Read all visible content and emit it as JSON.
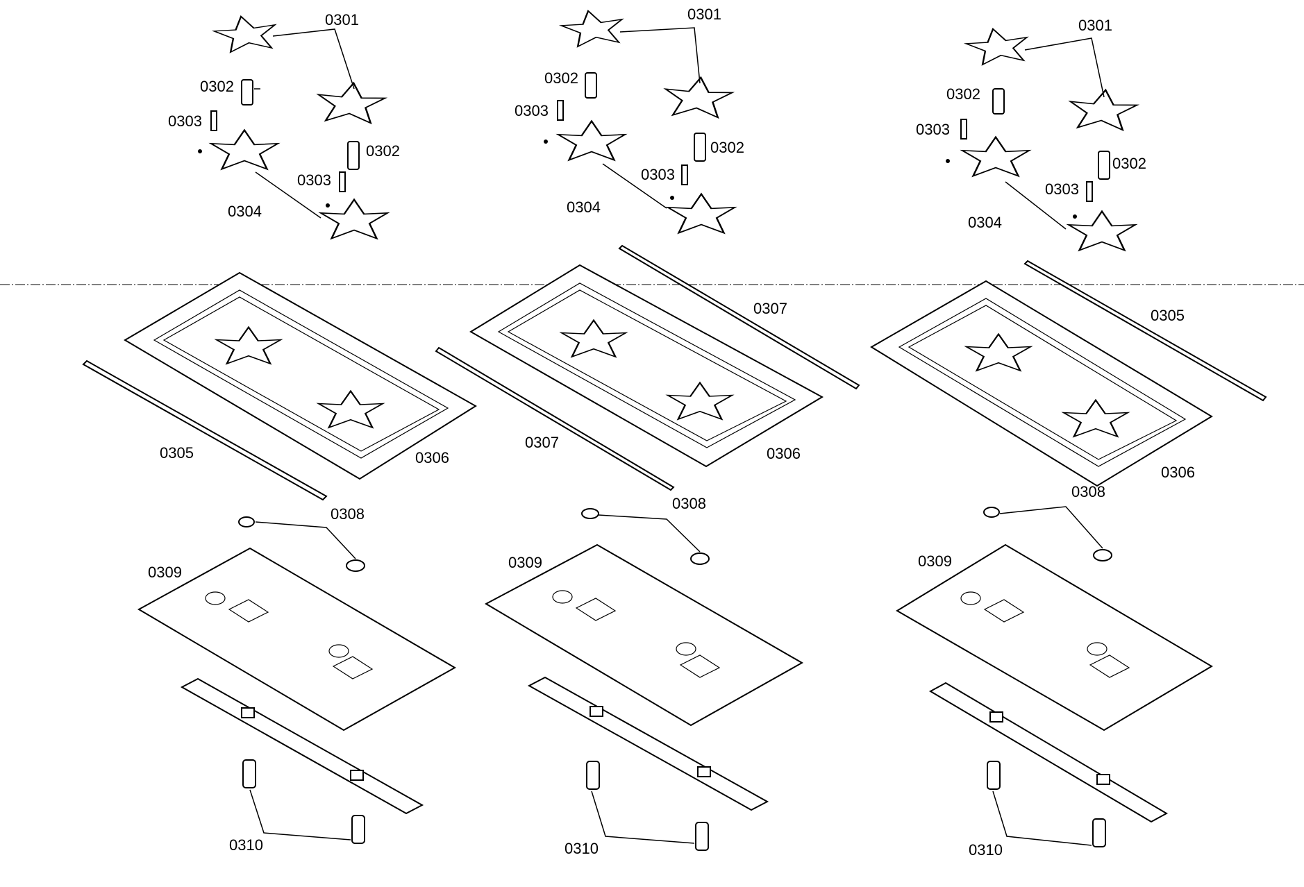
{
  "diagram": {
    "columns": [
      {
        "labels": {
          "p0301": "0301",
          "p0302a": "0302",
          "p0302b": "0302",
          "p0303a": "0303",
          "p0303b": "0303",
          "p0304": "0304",
          "rail_front": "0305",
          "p0306": "0306",
          "p0308": "0308",
          "p0309": "0309",
          "p0310": "0310"
        }
      },
      {
        "labels": {
          "p0301": "0301",
          "p0302a": "0302",
          "p0302b": "0302",
          "p0303a": "0303",
          "p0303b": "0303",
          "p0304": "0304",
          "rail_front": "0307",
          "rail_back": "0307",
          "p0306": "0306",
          "p0308": "0308",
          "p0309": "0309",
          "p0310": "0310"
        }
      },
      {
        "labels": {
          "p0301": "0301",
          "p0302a": "0302",
          "p0302b": "0302",
          "p0303a": "0303",
          "p0303b": "0303",
          "p0304": "0304",
          "rail_back": "0305",
          "p0306": "0306",
          "p0308": "0308",
          "p0309": "0309",
          "p0310": "0310"
        }
      }
    ]
  }
}
